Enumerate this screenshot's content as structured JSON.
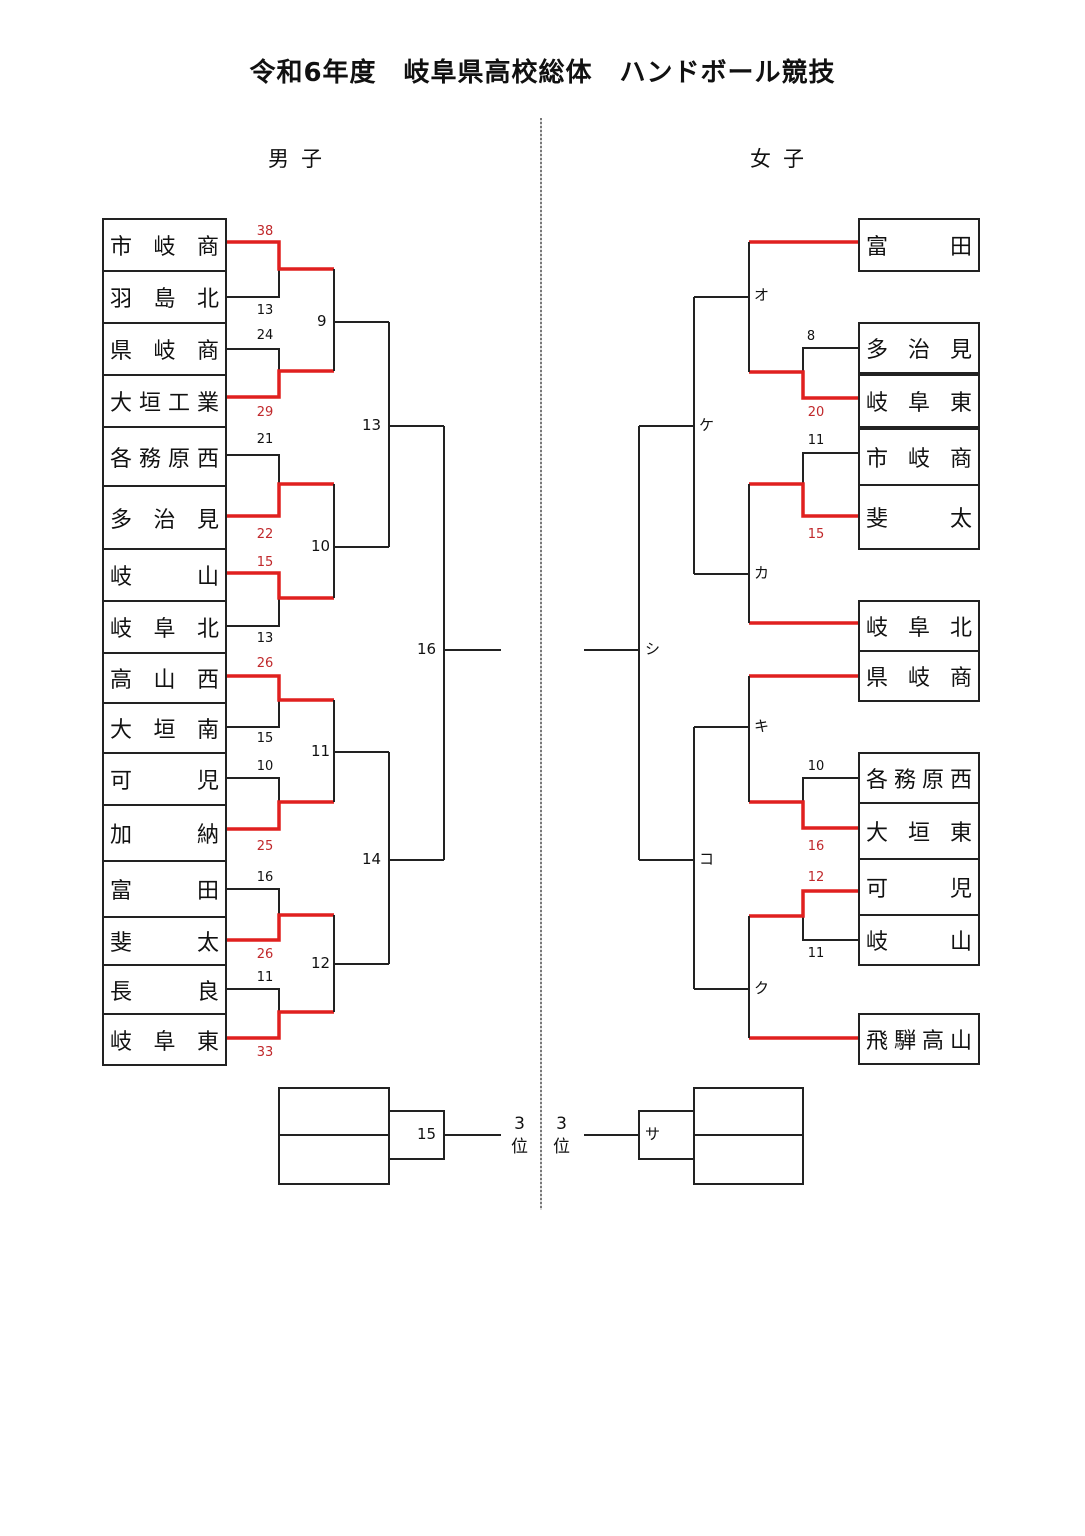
{
  "title": "令和6年度　岐阜県高校総体　ハンドボール競技",
  "boys": {
    "label": "男子",
    "teams": [
      "市岐商",
      "羽島北",
      "県岐商",
      "大垣工業",
      "各務原西",
      "多治見",
      "岐山",
      "岐阜北",
      "高山西",
      "大垣南",
      "可児",
      "加納",
      "富田",
      "斐太",
      "長良",
      "岐阜東"
    ],
    "first_round": [
      {
        "match": "9",
        "a_score": "38",
        "b_score": "13",
        "winner": "a",
        "c_score": "24",
        "d_score": "29",
        "winner2": "b"
      },
      {
        "match": "10",
        "a_score": "21",
        "b_score": "22",
        "winner": "b",
        "c_score": "15",
        "d_score": "13",
        "winner2": "a"
      },
      {
        "match": "11",
        "a_score": "26",
        "b_score": "15",
        "winner": "a",
        "c_score": "10",
        "d_score": "25",
        "winner2": "b"
      },
      {
        "match": "12",
        "a_score": "16",
        "b_score": "26",
        "winner": "b",
        "c_score": "11",
        "d_score": "33",
        "winner2": "b"
      }
    ],
    "matches": {
      "m9": "9",
      "m10": "10",
      "m11": "11",
      "m12": "12",
      "m13": "13",
      "m14": "14",
      "m16": "16",
      "m15": "15"
    },
    "scores": [
      "38",
      "13",
      "24",
      "29",
      "21",
      "22",
      "15",
      "13",
      "26",
      "15",
      "10",
      "25",
      "16",
      "26",
      "11",
      "33"
    ],
    "winners": [
      0,
      3,
      5,
      6,
      8,
      11,
      13,
      15
    ]
  },
  "girls": {
    "label": "女子",
    "teams": [
      "富田",
      "多治見",
      "岐阜東",
      "市岐商",
      "斐太",
      "岐阜北",
      "県岐商",
      "各務原西",
      "大垣東",
      "可児",
      "岐山",
      "飛騨高山"
    ],
    "scores": {
      "tajimi": "8",
      "gifuhigashi": "20",
      "ichigisho": "11",
      "hida": "15",
      "kakamigaharanishi": "10",
      "ogakihigashi": "16",
      "kani": "12",
      "gizan": "11"
    },
    "matches": {
      "o": "オ",
      "ka": "カ",
      "ki": "キ",
      "ku": "ク",
      "ke": "ケ",
      "ko": "コ",
      "shi": "シ",
      "sa": "サ"
    }
  },
  "third_place": {
    "label_num": "3",
    "label_char": "位"
  }
}
